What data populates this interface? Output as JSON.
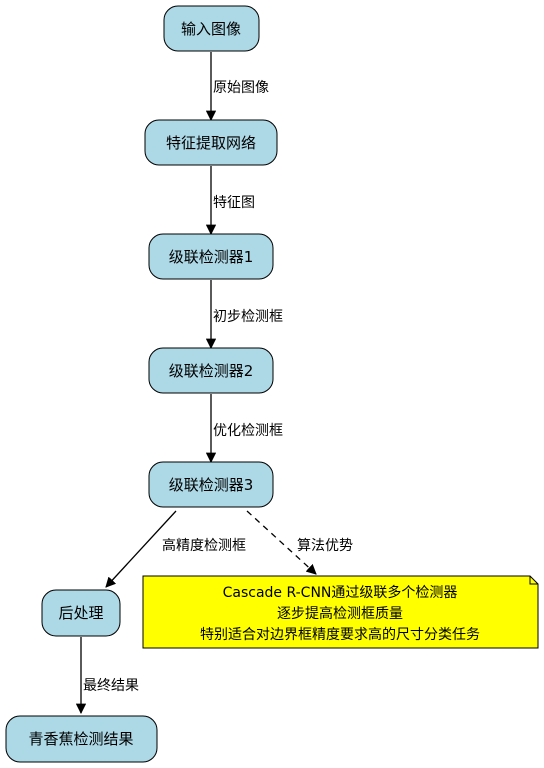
{
  "colors": {
    "node_fill": "#add8e6",
    "node_stroke": "#000000",
    "note_fill": "#ffff00",
    "edge": "#000000",
    "background": "#ffffff"
  },
  "nodes": {
    "input": "输入图像",
    "feature_net": "特征提取网络",
    "det1": "级联检测器1",
    "det2": "级联检测器2",
    "det3": "级联检测器3",
    "post": "后处理",
    "result": "青香蕉检测结果"
  },
  "edges": {
    "raw_image": "原始图像",
    "feature_map": "特征图",
    "initial_boxes": "初步检测框",
    "optimized_boxes": "优化检测框",
    "precise_boxes": "高精度检测框",
    "algo_advantage": "算法优势",
    "final_result": "最终结果"
  },
  "note": {
    "line1": "Cascade R-CNN通过级联多个检测器",
    "line2": "逐步提高检测框质量",
    "line3": "特别适合对边界框精度要求高的尺寸分类任务"
  }
}
